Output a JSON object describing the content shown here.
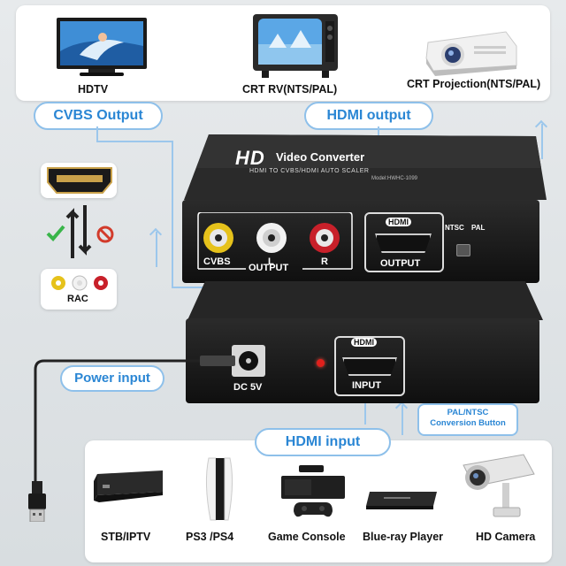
{
  "top_devices": [
    {
      "name": "HDTV",
      "icon": "hdtv-icon"
    },
    {
      "name": "CRT RV(NTS/PAL)",
      "icon": "crt-tv-icon"
    },
    {
      "name": "CRT Projection(NTS/PAL)",
      "icon": "projector-icon"
    }
  ],
  "callouts": {
    "cvbs_output": "CVBS Output",
    "hdmi_output": "HDMI output",
    "power_input": "Power input",
    "hdmi_input": "HDMI input",
    "pal_ntsc_button": "PAL/NTSC\nConversion Button"
  },
  "converter_front": {
    "brand": "HD",
    "title": "Video Converter",
    "subtitle": "HDMI TO CVBS/HDMI AUTO SCALER",
    "model": "Model:HWHC-1099",
    "ports": {
      "cvbs": "CVBS",
      "left": "L",
      "right": "R",
      "output_group": "OUTPUT",
      "hdmi_tag": "HDMI",
      "hdmi_output": "OUTPUT",
      "ntsc": "NTSC",
      "pal": "PAL"
    },
    "rca_colors": {
      "cvbs": "#e6c21b",
      "left": "#f2f2f2",
      "right": "#c8202a"
    }
  },
  "converter_back": {
    "dc_label": "DC 5V",
    "hdmi_tag": "HDMI",
    "hdmi_input": "INPUT"
  },
  "connection_card": {
    "rac_label": "RAC",
    "check_icon": "check-icon",
    "forbidden_icon": "forbidden-icon"
  },
  "bottom_devices": [
    {
      "name": "STB/IPTV",
      "icon": "set-top-box-icon"
    },
    {
      "name": "PS3 /PS4",
      "icon": "game-console-tower-icon"
    },
    {
      "name": "Game Console",
      "icon": "xbox-console-icon"
    },
    {
      "name": "Blue-ray Player",
      "icon": "bluray-player-icon"
    },
    {
      "name": "HD Camera",
      "icon": "security-camera-icon"
    }
  ],
  "colors": {
    "accent": "#2a86d4",
    "line": "#9cc7ec",
    "device_body": "#141414"
  }
}
